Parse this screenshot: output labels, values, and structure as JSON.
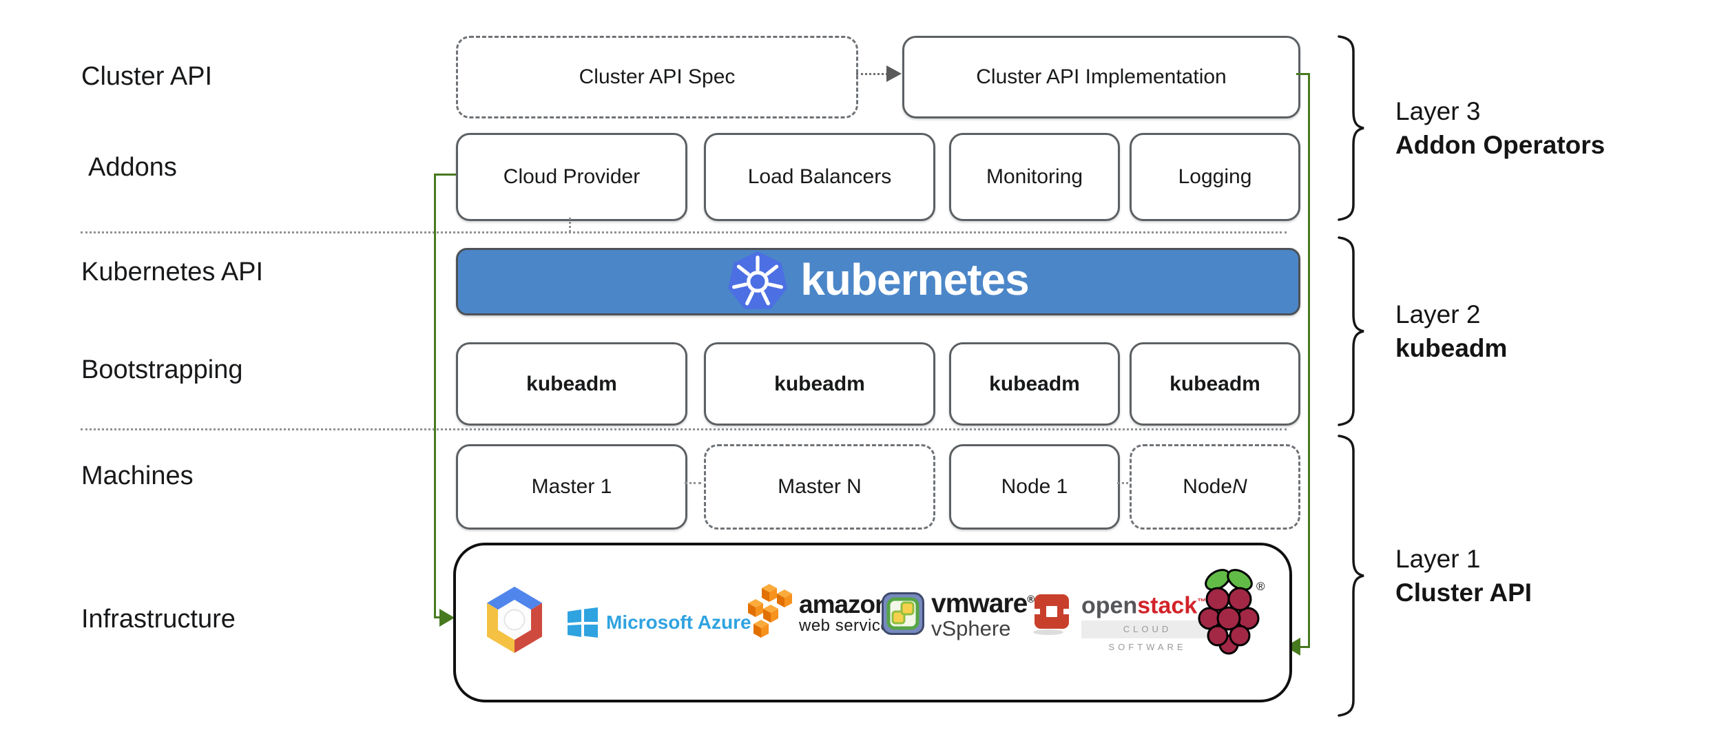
{
  "left_labels": {
    "row1": "Cluster API",
    "row2": "Addons",
    "row3": "Kubernetes API",
    "row4": "Bootstrapping",
    "row5": "Machines",
    "row6": "Infrastructure"
  },
  "top_row": {
    "spec_box": "Cluster API Spec",
    "implementation_box": "Cluster API Implementation"
  },
  "addons_row": {
    "items": [
      "Cloud Provider",
      "Load Balancers",
      "Monitoring",
      "Logging"
    ]
  },
  "kubernetes_banner": {
    "wordmark": "kubernetes"
  },
  "bootstrapping_row": {
    "items": [
      "kubeadm",
      "kubeadm",
      "kubeadm",
      "kubeadm"
    ]
  },
  "machines_row": {
    "items": [
      {
        "label": "Master 1",
        "suffix": ""
      },
      {
        "label": "Master N",
        "suffix": ""
      },
      {
        "label": "Node 1",
        "suffix": ""
      },
      {
        "label": "Node ",
        "suffix": "N"
      }
    ]
  },
  "layer_annotations": [
    {
      "line1": "Layer 3",
      "line2": "Addon Operators"
    },
    {
      "line1": "Layer 2",
      "line2": "kubeadm"
    },
    {
      "line1": "Layer 1",
      "line2": "Cluster API"
    }
  ],
  "infrastructure_box": {
    "providers": [
      {
        "name": "Google Cloud Platform"
      },
      {
        "name": "Microsoft Azure",
        "label": "Microsoft Azure"
      },
      {
        "name": "Amazon Web Services",
        "label": "amazon",
        "sublabel": "web services"
      },
      {
        "name": "VMware vSphere",
        "label": "vmware",
        "reg_mark": "®",
        "sublabel": "vSphere"
      },
      {
        "name": "OpenStack",
        "label_open": "open",
        "label_stack": "stack",
        "tm_mark": "™",
        "sublabel": "CLOUD SOFTWARE"
      },
      {
        "name": "Raspberry Pi",
        "reg_mark": "®"
      }
    ]
  },
  "connections": [
    {
      "from": "Cluster API Spec",
      "to": "Cluster API Implementation",
      "type": "dotted-arrow"
    },
    {
      "from": "Cloud Provider",
      "to": "Infrastructure",
      "type": "solid-arrow",
      "color": "green"
    },
    {
      "from": "Cluster API Implementation",
      "to": "Infrastructure",
      "type": "solid-arrow",
      "color": "green"
    },
    {
      "from": "Cloud Provider",
      "to": "kubernetes",
      "type": "dotted"
    },
    {
      "from": "Master 1",
      "to": "Master N",
      "type": "dotted"
    },
    {
      "from": "Node 1",
      "to": "Node N",
      "type": "dotted"
    }
  ],
  "colors": {
    "banner_blue": "#4B86C8",
    "kubernetes_logo_blue": "#4C6FE3",
    "connector_green": "#47791F",
    "box_border_gray": "#5C6063",
    "azure_blue": "#2FA3E0",
    "aws_orange": "#F6921E",
    "openstack_red": "#D2232A",
    "vmware_blue": "#7689BF",
    "raspberry_red": "#A22846",
    "leaf_green": "#62BB46"
  }
}
